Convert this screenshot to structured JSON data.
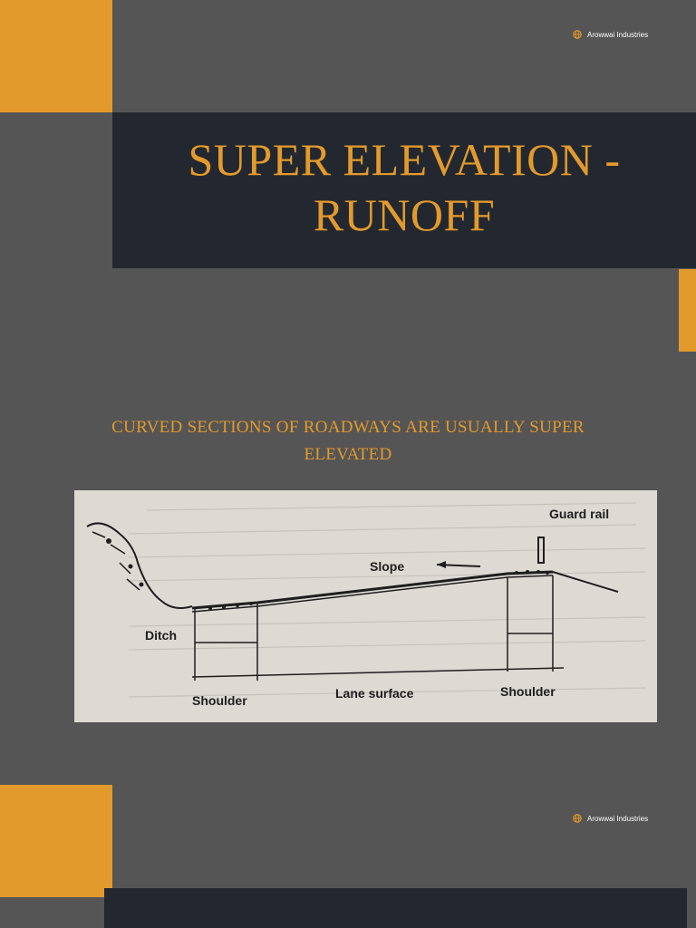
{
  "brand": {
    "name": "Arowwai Industries",
    "icon": "globe-icon"
  },
  "title": {
    "line1": "SUPER ELEVATION -",
    "line2": "RUNOFF"
  },
  "subtitle": {
    "line1": "CURVED SECTIONS OF ROADWAYS ARE USUALLY SUPER",
    "line2": "ELEVATED"
  },
  "figure": {
    "labels": {
      "guard_rail": "Guard rail",
      "slope": "Slope",
      "ditch": "Ditch",
      "shoulder_left": "Shoulder",
      "lane_surface": "Lane surface",
      "shoulder_right": "Shoulder"
    }
  },
  "colors": {
    "background": "#555555",
    "accent": "#e39a2c",
    "dark_panel": "#232830",
    "figure_bg": "#ddd9d3"
  }
}
